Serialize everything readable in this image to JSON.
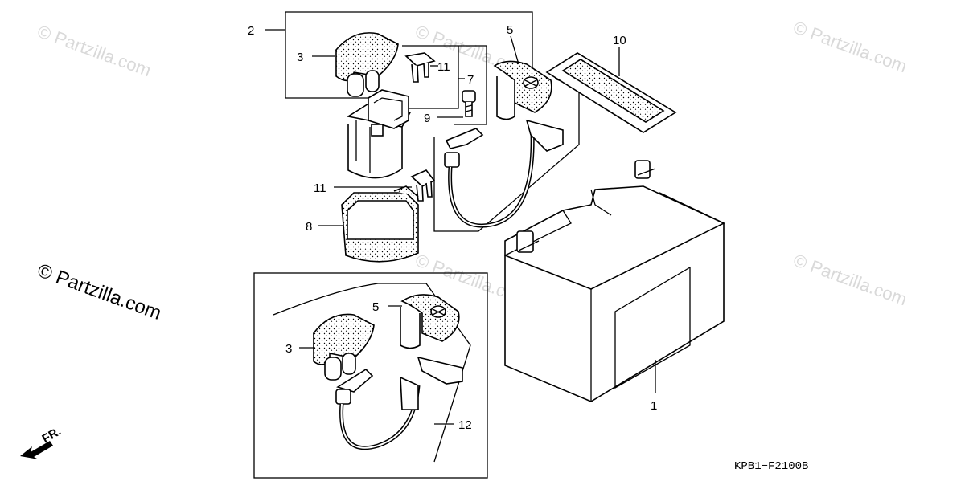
{
  "diagram": {
    "labels": {
      "l1": "1",
      "l2": "2",
      "l3a": "3",
      "l3b": "3",
      "l5a": "5",
      "l5b": "5",
      "l7": "7",
      "l8": "8",
      "l9": "9",
      "l10": "10",
      "l11a": "11",
      "l11b": "11",
      "l12": "12"
    },
    "diagram_code": "KPB1−F2100B",
    "direction_label": "FR.",
    "watermark_text": "© Partzilla.com"
  }
}
